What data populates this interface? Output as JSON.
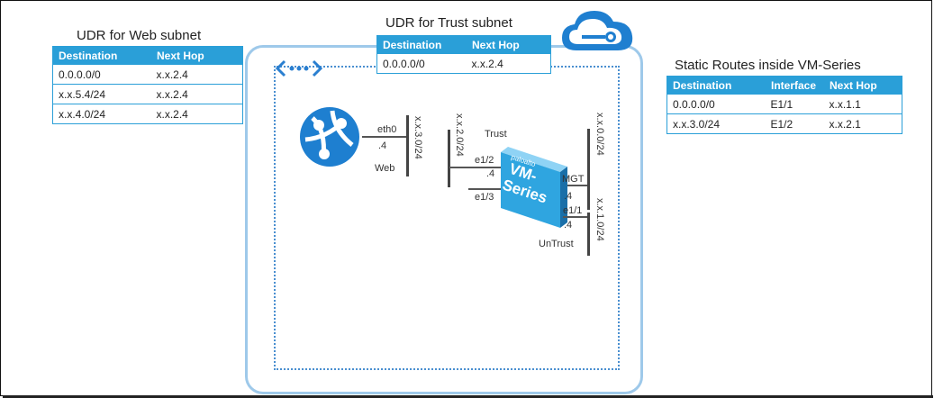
{
  "web_udr": {
    "title": "UDR for Web subnet",
    "headers": [
      "Destination",
      "Next Hop"
    ],
    "rows": [
      [
        "0.0.0.0/0",
        "x.x.2.4"
      ],
      [
        "x.x.5.4/24",
        "x.x.2.4"
      ],
      [
        "x.x.4.0/24",
        "x.x.2.4"
      ]
    ]
  },
  "trust_udr": {
    "title": "UDR for Trust subnet",
    "headers": [
      "Destination",
      "Next Hop"
    ],
    "rows": [
      [
        "0.0.0.0/0",
        "x.x.2.4"
      ]
    ]
  },
  "static_routes": {
    "title": "Static Routes inside VM-Series",
    "headers": [
      "Destination",
      "Interface",
      "Next Hop"
    ],
    "rows": [
      [
        "0.0.0.0/0",
        "E1/1",
        "x.x.1.1"
      ],
      [
        "x.x.3.0/24",
        "E1/2",
        "x.x.2.1"
      ]
    ]
  },
  "web": {
    "iface": "eth0",
    "host": ".4",
    "name": "Web",
    "subnet": "x.x.3.0/24"
  },
  "trust": {
    "name": "Trust",
    "subnet": "x.x.2.0/24",
    "e12": "e1/2",
    "e12_host": ".4",
    "e13": "e1/3"
  },
  "mgmt": {
    "iface": "MGT",
    "host": ".4",
    "subnet": "x.x.0.0/24"
  },
  "untrust": {
    "iface": "e1/1",
    "host": ".4",
    "name": "UnTrust",
    "subnet": "x.x.1.0/24"
  },
  "firewall": {
    "line1": "VM-",
    "line2": "Series",
    "brand": "paloalto"
  },
  "colors": {
    "accent": "#2a9fd8",
    "vnet_border": "#9ec9ea",
    "subnet_dots": "#4a8fd0"
  },
  "icons": {
    "cloud": "azure-cloud-icon",
    "vnet": "vnet-peering-icon",
    "web": "web-app-icon"
  }
}
